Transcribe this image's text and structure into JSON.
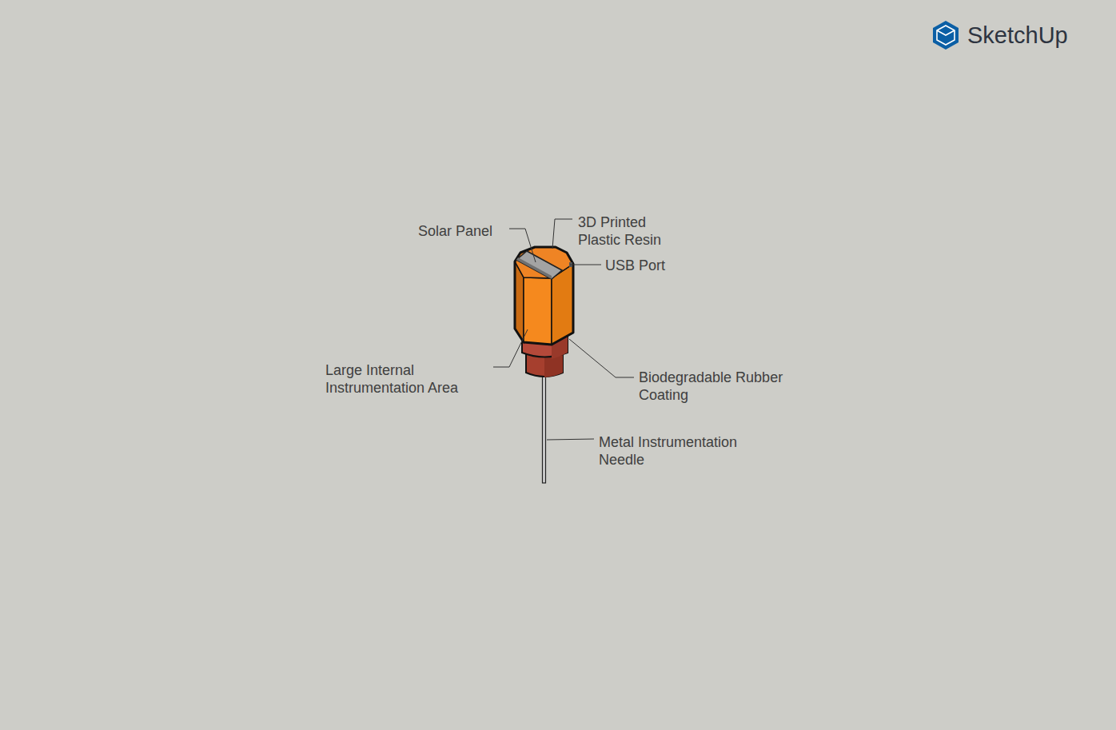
{
  "diagram": {
    "labels": [
      "Solar Panel",
      "3D Printed Plastic Resin",
      "USB Port",
      "Large Internal Instrumentation Area",
      "Biodegradable Rubber Coating",
      "Metal Instrumentation Needle",
      "SketchUp"
    ]
  }
}
